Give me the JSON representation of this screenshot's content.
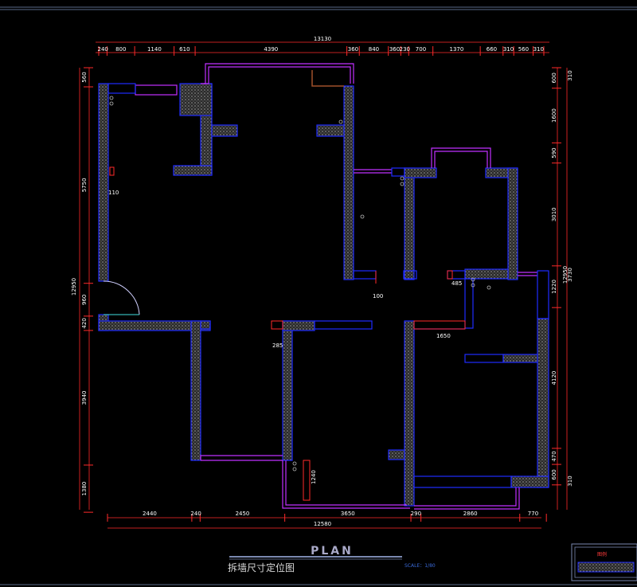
{
  "title": "PLAN",
  "subtitle": "拆墙尺寸定位图",
  "scale": "SCALE：1/80",
  "legend_label": "图例",
  "top_total": "13130",
  "top_dims": [
    "240",
    "800",
    "1140",
    "610",
    "4390",
    "360",
    "840",
    "360",
    "230",
    "700",
    "1370",
    "660",
    "310",
    "560",
    "310"
  ],
  "bottom_total": "12580",
  "bottom_dims": [
    "2440",
    "240",
    "2450",
    "3650",
    "290",
    "2860",
    "770"
  ],
  "left_total": "12950",
  "left_dims": [
    "560",
    "5750",
    "960",
    "420",
    "3940",
    "1380"
  ],
  "right_total": "12950",
  "right_dims": [
    "600",
    "1600",
    "590",
    "3010",
    "1220",
    "4120",
    "470",
    "600"
  ],
  "right_extra": [
    "310",
    "3730",
    "310"
  ],
  "notes": [
    "110",
    "100",
    "485",
    "285",
    "1650",
    "1240"
  ],
  "colors": {
    "background": "#000000",
    "wall_outline": "#1f2bff",
    "wall_hatch": "#6e6e6e",
    "window": "#c030ff",
    "dimension": "#ff2a2a",
    "text": "#ffffff"
  }
}
